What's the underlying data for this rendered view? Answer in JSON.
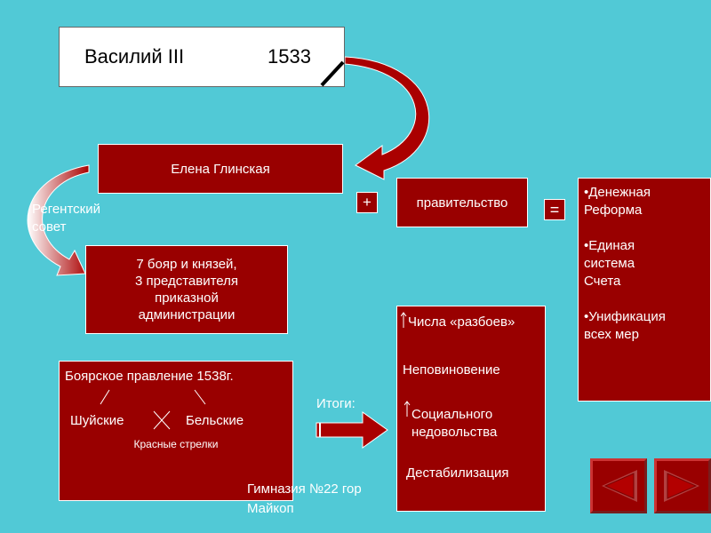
{
  "title_box": {
    "name": "Василий III",
    "year": "1533"
  },
  "elena": "Елена Глинская",
  "plus_sign": "+",
  "government": "правительство",
  "equals_sign": "=",
  "reforms": [
    "•Денежная\n  Реформа",
    "•Единая\n  система\n  Счета",
    "•Унификация\n   всех мер"
  ],
  "regency_council": "Регентский\n совет",
  "boyars_box": "7 бояр и князей,\n3 представителя\nприказной\nадминистрации",
  "boyar_rule": {
    "title": "Боярское правление 1538г.",
    "shuisky": "Шуйские",
    "belsky": "Бельские",
    "red_arrows": "Красные стрелки"
  },
  "results_label": "Итоги:",
  "consequences": [
    "Числа «разбоев»",
    "Неповиновение",
    "Социального\n недовольства",
    "Дестабилизация"
  ],
  "footer": "Гимназия №22 гор\nМайкоп",
  "colors": {
    "background": "#51c9d6",
    "box": "#990000",
    "border": "#ffffff"
  },
  "icons": {
    "nav_prev": "back-arrow-icon",
    "nav_next": "forward-arrow-icon"
  }
}
